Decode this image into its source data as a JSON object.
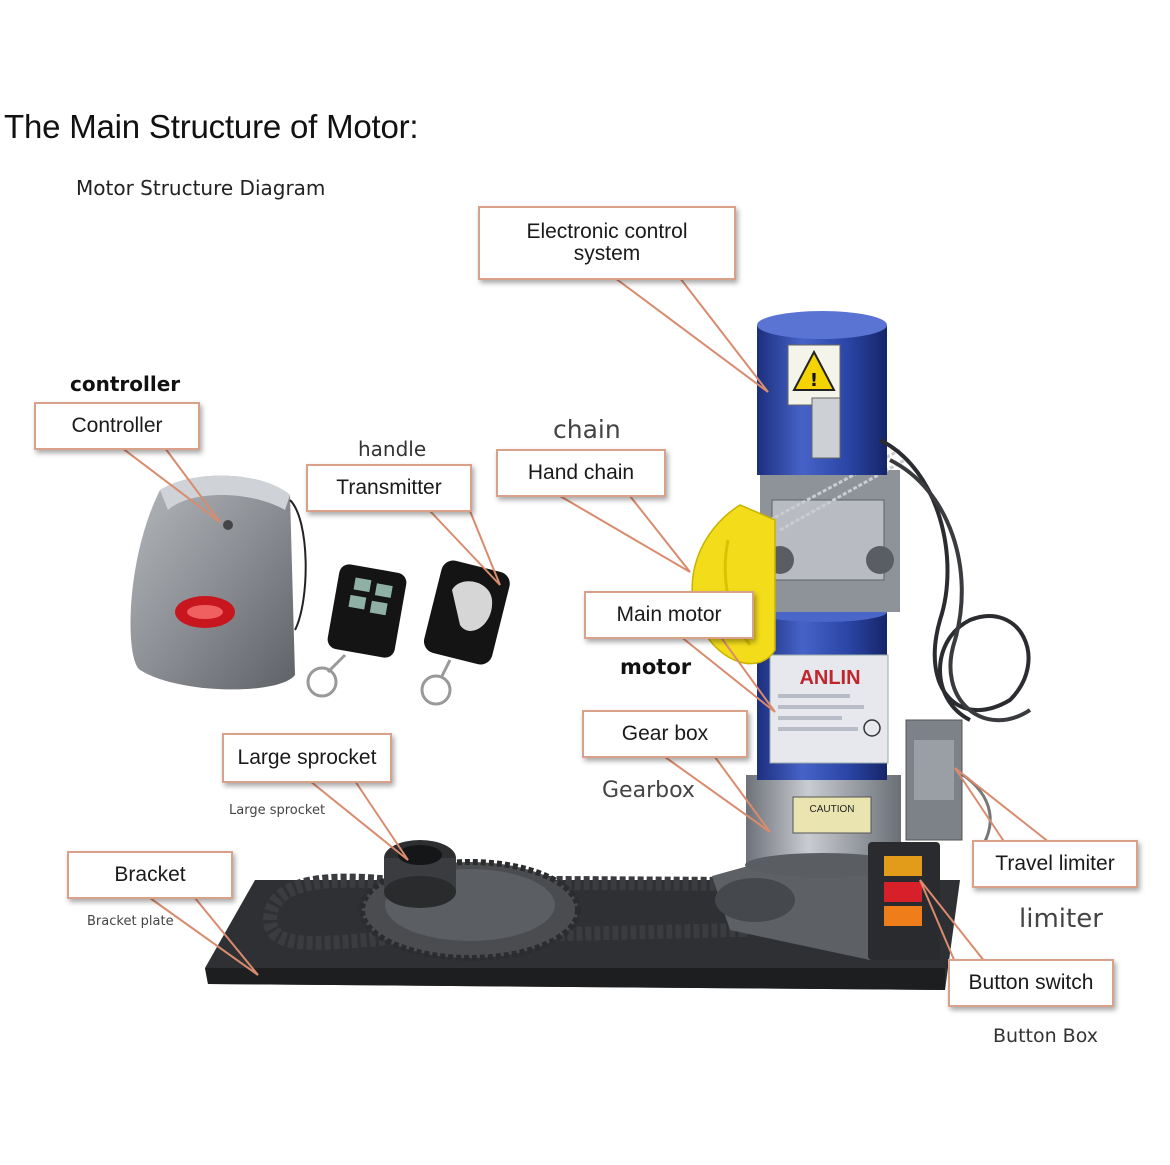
{
  "title": "The Main Structure of Motor:",
  "subtitle": "Motor Structure Diagram",
  "callouts": {
    "electronic_control": "Electronic control system",
    "controller": "Controller",
    "transmitter": "Transmitter",
    "hand_chain": "Hand chain",
    "main_motor": "Main motor",
    "gear_box": "Gear box",
    "large_sprocket": "Large sprocket",
    "bracket": "Bracket",
    "travel_limiter": "Travel limiter",
    "button_switch": "Button switch"
  },
  "annotations": {
    "controller": "controller",
    "handle": "handle",
    "chain": "chain",
    "motor": "motor",
    "gearbox": "Gearbox",
    "large_sprocket": "Large sprocket",
    "bracket_plate": "Bracket plate",
    "limiter": "limiter",
    "button_box": "Button Box"
  },
  "product": {
    "brand": "ANLIN",
    "caution": "CAUTION"
  },
  "colors": {
    "callout_border": "#d9a08a",
    "leader_line": "#d98b6e",
    "motor_blue": "#2d48a8",
    "steel": "#8a8f96",
    "chain_bag": "#f3dd1a"
  }
}
